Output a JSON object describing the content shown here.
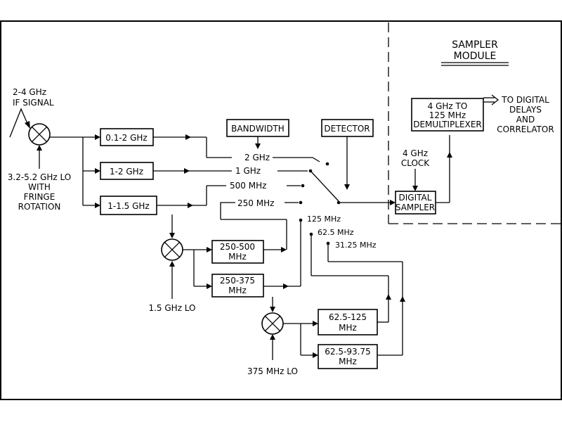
{
  "inputs": {
    "if_signal": [
      "2-4 GHz",
      "IF SIGNAL"
    ],
    "lo_main": [
      "3.2-5.2 GHz LO",
      "WITH",
      "FRINGE",
      "ROTATION"
    ],
    "lo_15": "1.5 GHz LO",
    "lo_375": "375 MHz LO"
  },
  "filters": {
    "f_01_2": "0.1-2 GHz",
    "f_1_2": "1-2 GHz",
    "f_1_15": "1-1.5 GHz",
    "f_250_500": [
      "250-500",
      "MHz"
    ],
    "f_250_375": [
      "250-375",
      "MHz"
    ],
    "f_625_125": [
      "62.5-125",
      "MHz"
    ],
    "f_625_9375": [
      "62.5-93.75",
      "MHz"
    ]
  },
  "controls": {
    "bandwidth": "BANDWIDTH",
    "detector": "DETECTOR"
  },
  "switch_positions": [
    "2 GHz",
    "1 GHz",
    "500 MHz",
    "250 MHz",
    "125 MHz",
    "62.5 MHz",
    "31.25 MHz"
  ],
  "sampler_module": {
    "title": [
      "SAMPLER",
      "MODULE"
    ],
    "clock": [
      "4 GHz",
      "CLOCK"
    ],
    "digital_sampler": [
      "DIGITAL",
      "SAMPLER"
    ],
    "demux": [
      "4 GHz TO",
      "125 MHz",
      "DEMULTIPLEXER"
    ],
    "output": [
      "TO DIGITAL",
      "DELAYS",
      "AND",
      "CORRELATOR"
    ]
  }
}
